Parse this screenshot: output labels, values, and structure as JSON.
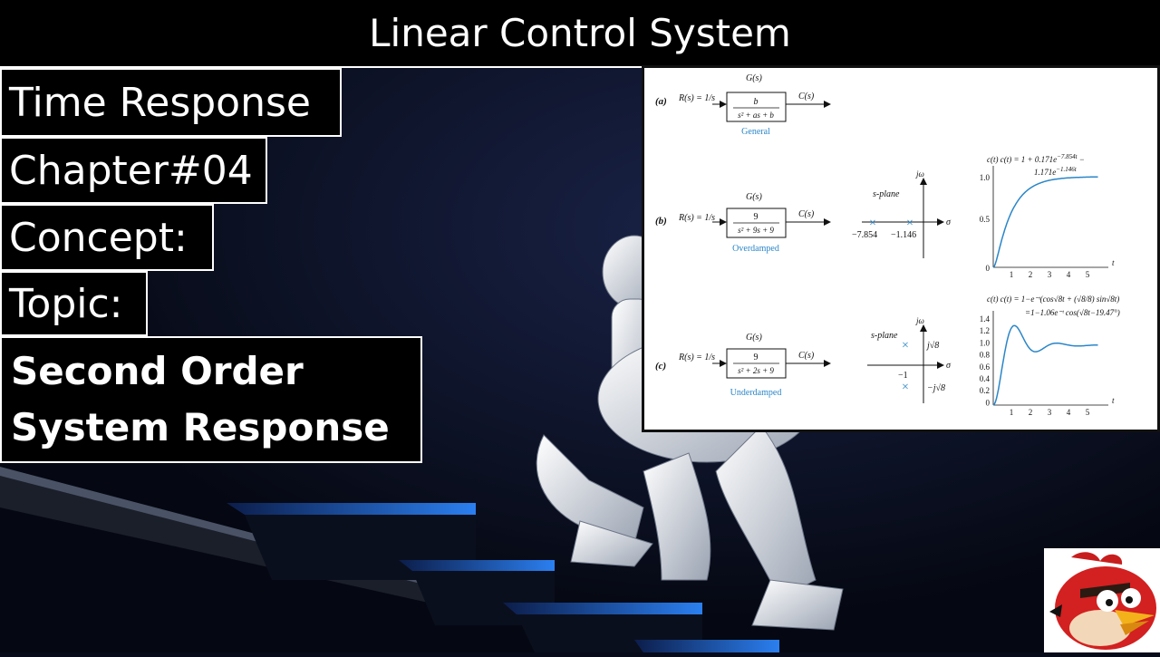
{
  "header": {
    "title": "Linear Control System"
  },
  "labels": {
    "time_response": "Time Response",
    "chapter": "Chapter#04",
    "concept": "Concept:",
    "topic": "Topic:",
    "topic_value_line1": "Second Order",
    "topic_value_line2": "System Response"
  },
  "figure": {
    "rows": [
      {
        "tag": "(a)",
        "input": "R(s) = 1/s",
        "block_label": "G(s)",
        "numerator": "b",
        "denominator": "s² + as + b",
        "output": "C(s)",
        "caption": "General"
      },
      {
        "tag": "(b)",
        "input": "R(s) = 1/s",
        "block_label": "G(s)",
        "numerator": "9",
        "denominator": "s² + 9s + 9",
        "output": "C(s)",
        "caption": "Overdamped"
      },
      {
        "tag": "(c)",
        "input": "R(s) = 1/s",
        "block_label": "G(s)",
        "numerator": "9",
        "denominator": "s² + 2s + 9",
        "output": "C(s)",
        "caption": "Underdamped"
      }
    ],
    "splane_b": {
      "title": "s-plane",
      "jw": "jω",
      "sigma": "σ",
      "pole1": "−7.854",
      "pole2": "−1.146"
    },
    "splane_c": {
      "title": "s-plane",
      "jw": "jω",
      "sigma": "σ",
      "real": "−1",
      "imag_pos": "j√8",
      "imag_neg": "−j√8"
    },
    "plot_b": {
      "eq1": "c(t)   c(t) = 1 + 0.171e",
      "exp1": "−7.854t",
      "eq1_tail": " −",
      "eq2": "1.171e",
      "exp2": "−1.146t",
      "yticks": [
        "1.0",
        "0.5",
        "0"
      ],
      "xticks": [
        "1",
        "2",
        "3",
        "4",
        "5"
      ],
      "xlabel": "t"
    },
    "plot_c": {
      "eq1": "c(t)   c(t) = 1−e⁻ᵗ(cos√8t + (√8/8) sin√8t)",
      "eq2": "=1−1.06e⁻ᵗ cos(√8t−19.47°)",
      "yticks": [
        "1.4",
        "1.2",
        "1.0",
        "0.8",
        "0.6",
        "0.4",
        "0.2",
        "0"
      ],
      "xticks": [
        "1",
        "2",
        "3",
        "4",
        "5"
      ],
      "xlabel": "t"
    }
  },
  "colors": {
    "accent_blue": "#2a86c8",
    "step_blue": "#1d6fd8",
    "background": "#070b1a"
  },
  "mascot": {
    "icon": "angry-red-bird-icon"
  }
}
